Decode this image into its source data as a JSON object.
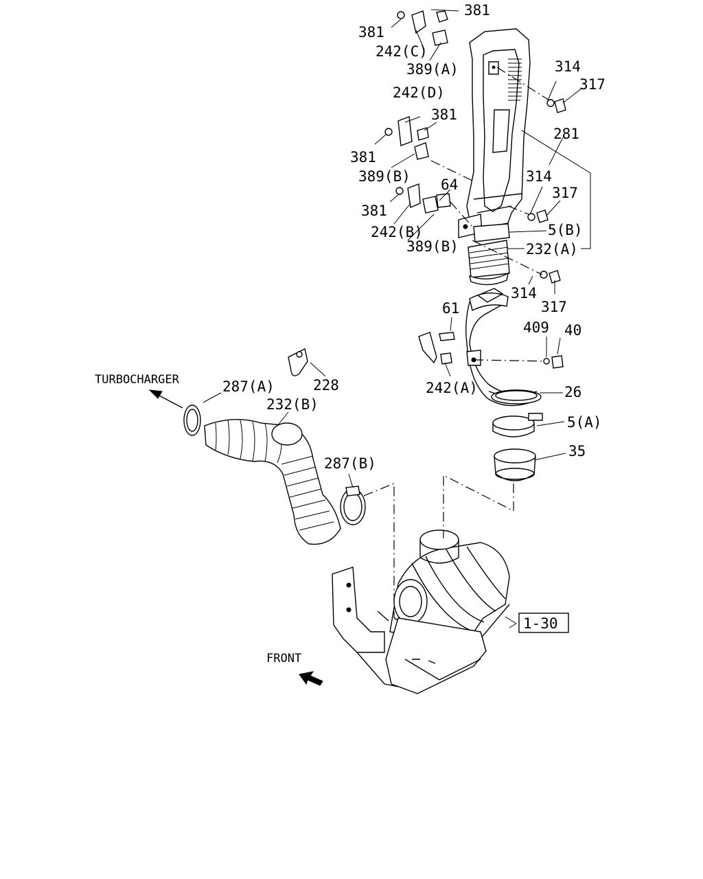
{
  "labels": {
    "l381_top_right": "381",
    "l381_top_left": "381",
    "l242c": "242(C)",
    "l389a": "389(A)",
    "l314_top": "314",
    "l317_top": "317",
    "l242d": "242(D)",
    "l381_mid_right": "381",
    "l381_mid_left": "381",
    "l281": "281",
    "l389b_upper": "389(B)",
    "l314_mid": "314",
    "l64": "64",
    "l317_mid": "317",
    "l381_low": "381",
    "l5b": "5(B)",
    "l242b": "242(B)",
    "l232a": "232(A)",
    "l389b_lower": "389(B)",
    "l314_low": "314",
    "l317_low": "317",
    "l61": "61",
    "l409": "409",
    "l40": "40",
    "l242a": "242(A)",
    "l26": "26",
    "l5a": "5(A)",
    "l35": "35",
    "l228": "228",
    "l287a": "287(A)",
    "l232b": "232(B)",
    "l287b": "287(B)",
    "turbocharger": "TURBOCHARGER",
    "front": "FRONT",
    "ref_box": "1-30"
  }
}
